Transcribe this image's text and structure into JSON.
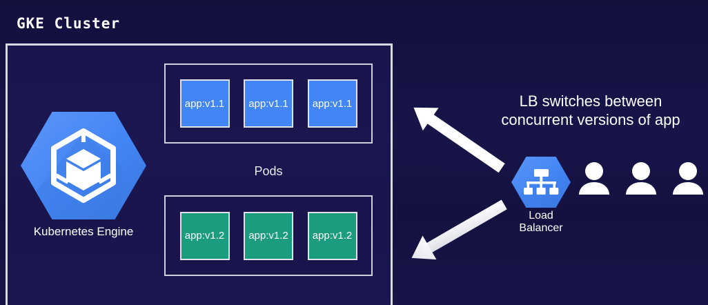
{
  "diagram": {
    "title": "GKE Cluster",
    "background_color": "#151243",
    "annotation_lines": [
      "LB switches between",
      "concurrent versions of app"
    ],
    "pods_label": "Pods"
  },
  "gke_node": {
    "label": "Kubernetes Engine",
    "icon": "kubernetes-engine-hexagon-icon",
    "color": "#4285f4"
  },
  "load_balancer": {
    "label_line1": "Load",
    "label_line2": "Balancer",
    "icon": "load-balancer-hexagon-icon",
    "color": "#4285f4"
  },
  "pod_groups": [
    {
      "name": "v1.1",
      "color": "#4285f4",
      "pods": [
        {
          "label": "app:v1.1"
        },
        {
          "label": "app:v1.1"
        },
        {
          "label": "app:v1.1"
        }
      ]
    },
    {
      "name": "v1.2",
      "color": "#1b9c7e",
      "pods": [
        {
          "label": "app:v1.2"
        },
        {
          "label": "app:v1.2"
        },
        {
          "label": "app:v1.2"
        }
      ]
    }
  ],
  "arrows": [
    {
      "name": "lb-to-v11-arrow",
      "direction": "up-left",
      "color": "#ffffff"
    },
    {
      "name": "lb-to-v12-arrow",
      "direction": "down-left",
      "color": "#e8e8ee"
    }
  ],
  "users": {
    "count": 3,
    "icon": "user-icon",
    "color": "#ffffff"
  }
}
